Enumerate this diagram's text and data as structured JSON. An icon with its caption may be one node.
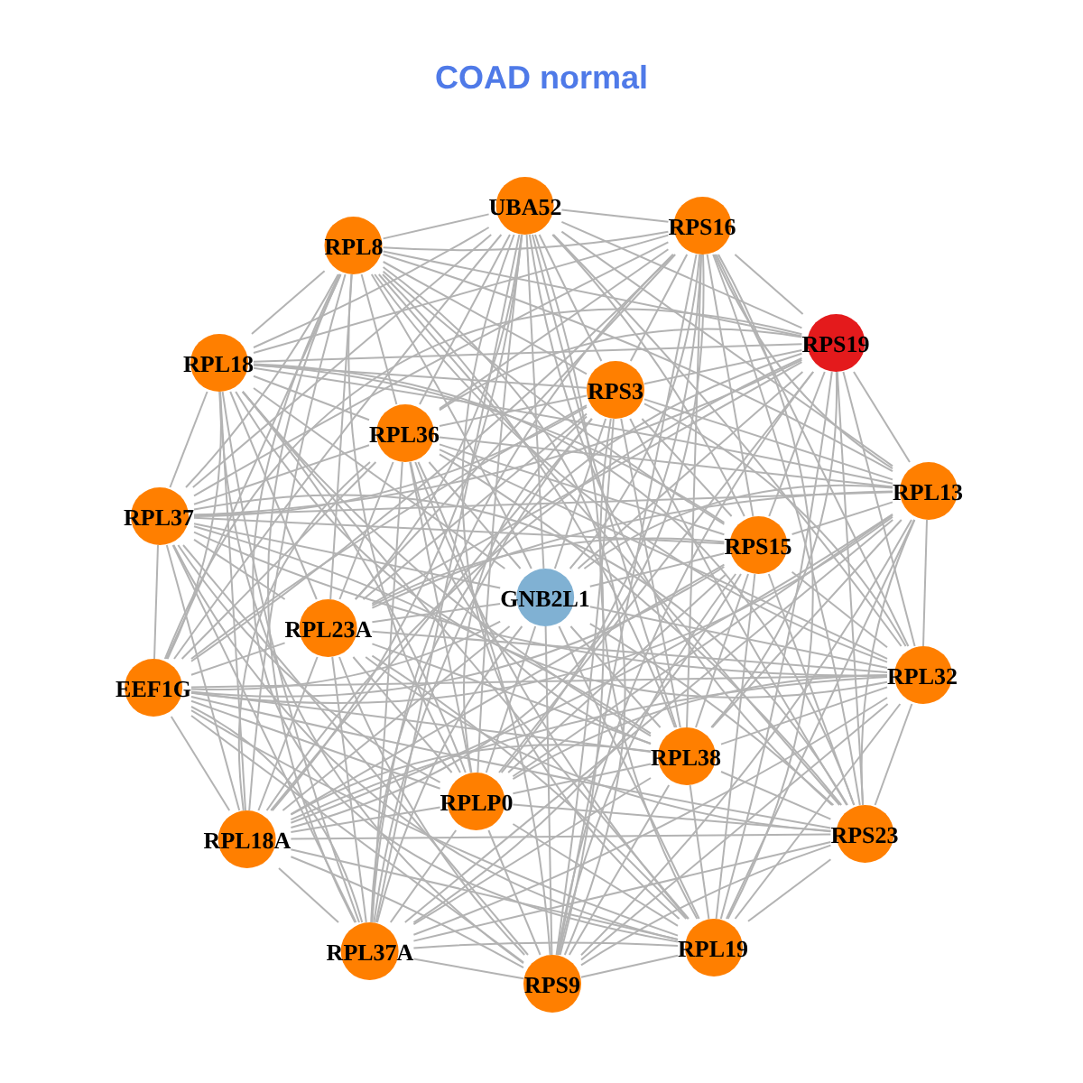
{
  "diagram": {
    "title": "COAD normal",
    "nodes": [
      {
        "text": [
          "UBA52"
        ]
      },
      {
        "text": [
          "RPS16"
        ]
      },
      {
        "text": [
          "RPL8"
        ]
      },
      {
        "text": [
          "RPS19"
        ]
      },
      {
        "text": [
          "RPL18"
        ]
      },
      {
        "text": [
          "RPS3"
        ]
      },
      {
        "text": [
          "RPL36"
        ]
      },
      {
        "text": [
          "RPL13"
        ]
      },
      {
        "text": [
          "RPL37"
        ]
      },
      {
        "text": [
          "RPS15"
        ]
      },
      {
        "text": [
          "GNB2L1"
        ]
      },
      {
        "text": [
          "RPL23A"
        ]
      },
      {
        "text": [
          "RPL32"
        ]
      },
      {
        "text": [
          "EEF1G"
        ]
      },
      {
        "text": [
          "RPL38"
        ]
      },
      {
        "text": [
          "RPLP0"
        ]
      },
      {
        "text": [
          "RPS23"
        ]
      },
      {
        "text": [
          "RPL18A"
        ]
      },
      {
        "text": [
          "RPL37A"
        ]
      },
      {
        "text": [
          "RPL19"
        ]
      },
      {
        "text": [
          "RPS9"
        ]
      }
    ],
    "edges": [
      {
        "from": 0,
        "to": 1,
        "arrow": "none"
      },
      {
        "from": 0,
        "to": 2,
        "arrow": "none"
      },
      {
        "from": 0,
        "to": 3,
        "arrow": "none"
      },
      {
        "from": 0,
        "to": 4,
        "arrow": "none"
      },
      {
        "from": 0,
        "to": 5,
        "arrow": "none"
      },
      {
        "from": 0,
        "to": 6,
        "arrow": "none"
      },
      {
        "from": 0,
        "to": 7,
        "arrow": "none"
      },
      {
        "from": 0,
        "to": 8,
        "arrow": "none"
      },
      {
        "from": 0,
        "to": 9,
        "arrow": "none"
      },
      {
        "from": 0,
        "to": 10,
        "arrow": "none"
      },
      {
        "from": 0,
        "to": 11,
        "arrow": "none"
      },
      {
        "from": 0,
        "to": 12,
        "arrow": "none"
      },
      {
        "from": 0,
        "to": 13,
        "arrow": "none"
      },
      {
        "from": 0,
        "to": 14,
        "arrow": "none"
      },
      {
        "from": 0,
        "to": 15,
        "arrow": "none"
      },
      {
        "from": 0,
        "to": 16,
        "arrow": "none"
      },
      {
        "from": 0,
        "to": 17,
        "arrow": "none"
      },
      {
        "from": 0,
        "to": 18,
        "arrow": "none"
      },
      {
        "from": 0,
        "to": 19,
        "arrow": "none"
      },
      {
        "from": 0,
        "to": 20,
        "arrow": "none"
      },
      {
        "from": 1,
        "to": 2,
        "arrow": "none"
      },
      {
        "from": 1,
        "to": 3,
        "arrow": "none"
      },
      {
        "from": 1,
        "to": 4,
        "arrow": "none"
      },
      {
        "from": 1,
        "to": 5,
        "arrow": "none"
      },
      {
        "from": 1,
        "to": 6,
        "arrow": "none"
      },
      {
        "from": 1,
        "to": 7,
        "arrow": "none"
      },
      {
        "from": 1,
        "to": 8,
        "arrow": "none"
      },
      {
        "from": 1,
        "to": 9,
        "arrow": "none"
      },
      {
        "from": 1,
        "to": 10,
        "arrow": "none"
      },
      {
        "from": 1,
        "to": 11,
        "arrow": "none"
      },
      {
        "from": 1,
        "to": 12,
        "arrow": "none"
      },
      {
        "from": 1,
        "to": 13,
        "arrow": "none"
      },
      {
        "from": 1,
        "to": 14,
        "arrow": "none"
      },
      {
        "from": 1,
        "to": 15,
        "arrow": "none"
      },
      {
        "from": 1,
        "to": 16,
        "arrow": "none"
      },
      {
        "from": 1,
        "to": 17,
        "arrow": "none"
      },
      {
        "from": 1,
        "to": 18,
        "arrow": "none"
      },
      {
        "from": 1,
        "to": 19,
        "arrow": "none"
      },
      {
        "from": 1,
        "to": 20,
        "arrow": "none"
      },
      {
        "from": 2,
        "to": 3,
        "arrow": "none"
      },
      {
        "from": 2,
        "to": 4,
        "arrow": "none"
      },
      {
        "from": 2,
        "to": 5,
        "arrow": "none"
      },
      {
        "from": 2,
        "to": 6,
        "arrow": "none"
      },
      {
        "from": 2,
        "to": 7,
        "arrow": "none"
      },
      {
        "from": 2,
        "to": 8,
        "arrow": "none"
      },
      {
        "from": 2,
        "to": 9,
        "arrow": "none"
      },
      {
        "from": 2,
        "to": 10,
        "arrow": "none"
      },
      {
        "from": 2,
        "to": 11,
        "arrow": "none"
      },
      {
        "from": 2,
        "to": 12,
        "arrow": "none"
      },
      {
        "from": 2,
        "to": 13,
        "arrow": "none"
      },
      {
        "from": 2,
        "to": 14,
        "arrow": "none"
      },
      {
        "from": 2,
        "to": 15,
        "arrow": "none"
      },
      {
        "from": 2,
        "to": 16,
        "arrow": "none"
      },
      {
        "from": 2,
        "to": 17,
        "arrow": "none"
      },
      {
        "from": 2,
        "to": 18,
        "arrow": "none"
      },
      {
        "from": 2,
        "to": 19,
        "arrow": "none"
      },
      {
        "from": 2,
        "to": 20,
        "arrow": "none"
      },
      {
        "from": 3,
        "to": 4,
        "arrow": "none"
      },
      {
        "from": 3,
        "to": 5,
        "arrow": "none"
      },
      {
        "from": 3,
        "to": 6,
        "arrow": "none"
      },
      {
        "from": 3,
        "to": 7,
        "arrow": "none"
      },
      {
        "from": 3,
        "to": 8,
        "arrow": "none"
      },
      {
        "from": 3,
        "to": 9,
        "arrow": "none"
      },
      {
        "from": 3,
        "to": 10,
        "arrow": "none"
      },
      {
        "from": 3,
        "to": 11,
        "arrow": "none"
      },
      {
        "from": 3,
        "to": 12,
        "arrow": "none"
      },
      {
        "from": 3,
        "to": 13,
        "arrow": "none"
      },
      {
        "from": 3,
        "to": 14,
        "arrow": "none"
      },
      {
        "from": 3,
        "to": 15,
        "arrow": "none"
      },
      {
        "from": 3,
        "to": 16,
        "arrow": "none"
      },
      {
        "from": 3,
        "to": 17,
        "arrow": "none"
      },
      {
        "from": 3,
        "to": 18,
        "arrow": "none"
      },
      {
        "from": 3,
        "to": 19,
        "arrow": "none"
      },
      {
        "from": 3,
        "to": 20,
        "arrow": "none"
      },
      {
        "from": 4,
        "to": 5,
        "arrow": "none"
      },
      {
        "from": 4,
        "to": 6,
        "arrow": "none"
      },
      {
        "from": 4,
        "to": 7,
        "arrow": "none"
      },
      {
        "from": 4,
        "to": 8,
        "arrow": "none"
      },
      {
        "from": 4,
        "to": 9,
        "arrow": "none"
      },
      {
        "from": 4,
        "to": 10,
        "arrow": "none"
      },
      {
        "from": 4,
        "to": 11,
        "arrow": "none"
      },
      {
        "from": 4,
        "to": 12,
        "arrow": "none"
      },
      {
        "from": 4,
        "to": 13,
        "arrow": "none"
      },
      {
        "from": 4,
        "to": 14,
        "arrow": "none"
      },
      {
        "from": 4,
        "to": 15,
        "arrow": "none"
      },
      {
        "from": 4,
        "to": 16,
        "arrow": "none"
      },
      {
        "from": 4,
        "to": 17,
        "arrow": "none"
      },
      {
        "from": 4,
        "to": 18,
        "arrow": "none"
      },
      {
        "from": 4,
        "to": 19,
        "arrow": "none"
      },
      {
        "from": 4,
        "to": 20,
        "arrow": "none"
      },
      {
        "from": 5,
        "to": 6,
        "arrow": "none"
      },
      {
        "from": 5,
        "to": 7,
        "arrow": "none"
      },
      {
        "from": 5,
        "to": 8,
        "arrow": "none"
      },
      {
        "from": 5,
        "to": 9,
        "arrow": "none"
      },
      {
        "from": 5,
        "to": 10,
        "arrow": "none"
      },
      {
        "from": 5,
        "to": 11,
        "arrow": "none"
      },
      {
        "from": 5,
        "to": 12,
        "arrow": "none"
      },
      {
        "from": 5,
        "to": 13,
        "arrow": "none"
      },
      {
        "from": 5,
        "to": 14,
        "arrow": "none"
      },
      {
        "from": 5,
        "to": 15,
        "arrow": "none"
      },
      {
        "from": 5,
        "to": 16,
        "arrow": "none"
      },
      {
        "from": 5,
        "to": 17,
        "arrow": "none"
      },
      {
        "from": 5,
        "to": 18,
        "arrow": "none"
      },
      {
        "from": 5,
        "to": 19,
        "arrow": "none"
      },
      {
        "from": 5,
        "to": 20,
        "arrow": "none"
      },
      {
        "from": 6,
        "to": 7,
        "arrow": "none"
      },
      {
        "from": 6,
        "to": 8,
        "arrow": "none"
      },
      {
        "from": 6,
        "to": 9,
        "arrow": "none"
      },
      {
        "from": 6,
        "to": 10,
        "arrow": "none"
      },
      {
        "from": 6,
        "to": 11,
        "arrow": "none"
      },
      {
        "from": 6,
        "to": 12,
        "arrow": "none"
      },
      {
        "from": 6,
        "to": 13,
        "arrow": "none"
      },
      {
        "from": 6,
        "to": 14,
        "arrow": "none"
      },
      {
        "from": 6,
        "to": 15,
        "arrow": "none"
      },
      {
        "from": 6,
        "to": 16,
        "arrow": "none"
      },
      {
        "from": 6,
        "to": 17,
        "arrow": "none"
      },
      {
        "from": 6,
        "to": 18,
        "arrow": "none"
      },
      {
        "from": 6,
        "to": 19,
        "arrow": "none"
      },
      {
        "from": 6,
        "to": 20,
        "arrow": "none"
      },
      {
        "from": 7,
        "to": 8,
        "arrow": "none"
      },
      {
        "from": 7,
        "to": 9,
        "arrow": "none"
      },
      {
        "from": 7,
        "to": 10,
        "arrow": "none"
      },
      {
        "from": 7,
        "to": 11,
        "arrow": "none"
      },
      {
        "from": 7,
        "to": 12,
        "arrow": "none"
      },
      {
        "from": 7,
        "to": 13,
        "arrow": "none"
      },
      {
        "from": 7,
        "to": 14,
        "arrow": "none"
      },
      {
        "from": 7,
        "to": 15,
        "arrow": "none"
      },
      {
        "from": 7,
        "to": 16,
        "arrow": "none"
      },
      {
        "from": 7,
        "to": 17,
        "arrow": "none"
      },
      {
        "from": 7,
        "to": 18,
        "arrow": "none"
      },
      {
        "from": 7,
        "to": 19,
        "arrow": "none"
      },
      {
        "from": 7,
        "to": 20,
        "arrow": "none"
      },
      {
        "from": 8,
        "to": 9,
        "arrow": "none"
      },
      {
        "from": 8,
        "to": 10,
        "arrow": "none"
      },
      {
        "from": 8,
        "to": 11,
        "arrow": "none"
      },
      {
        "from": 8,
        "to": 12,
        "arrow": "none"
      },
      {
        "from": 8,
        "to": 13,
        "arrow": "none"
      },
      {
        "from": 8,
        "to": 14,
        "arrow": "none"
      },
      {
        "from": 8,
        "to": 15,
        "arrow": "none"
      },
      {
        "from": 8,
        "to": 16,
        "arrow": "none"
      },
      {
        "from": 8,
        "to": 17,
        "arrow": "none"
      },
      {
        "from": 8,
        "to": 18,
        "arrow": "none"
      },
      {
        "from": 8,
        "to": 19,
        "arrow": "none"
      },
      {
        "from": 8,
        "to": 20,
        "arrow": "none"
      },
      {
        "from": 9,
        "to": 10,
        "arrow": "none"
      },
      {
        "from": 9,
        "to": 11,
        "arrow": "none"
      },
      {
        "from": 9,
        "to": 12,
        "arrow": "none"
      },
      {
        "from": 9,
        "to": 13,
        "arrow": "none"
      },
      {
        "from": 9,
        "to": 14,
        "arrow": "none"
      },
      {
        "from": 9,
        "to": 15,
        "arrow": "none"
      },
      {
        "from": 9,
        "to": 16,
        "arrow": "none"
      },
      {
        "from": 9,
        "to": 17,
        "arrow": "none"
      },
      {
        "from": 9,
        "to": 18,
        "arrow": "none"
      },
      {
        "from": 9,
        "to": 19,
        "arrow": "none"
      },
      {
        "from": 9,
        "to": 20,
        "arrow": "none"
      },
      {
        "from": 10,
        "to": 11,
        "arrow": "none"
      },
      {
        "from": 10,
        "to": 12,
        "arrow": "none"
      },
      {
        "from": 10,
        "to": 13,
        "arrow": "none"
      },
      {
        "from": 10,
        "to": 14,
        "arrow": "none"
      },
      {
        "from": 10,
        "to": 15,
        "arrow": "none"
      },
      {
        "from": 10,
        "to": 16,
        "arrow": "none"
      },
      {
        "from": 10,
        "to": 17,
        "arrow": "none"
      },
      {
        "from": 10,
        "to": 18,
        "arrow": "none"
      },
      {
        "from": 10,
        "to": 19,
        "arrow": "none"
      },
      {
        "from": 10,
        "to": 20,
        "arrow": "none"
      },
      {
        "from": 11,
        "to": 12,
        "arrow": "none"
      },
      {
        "from": 11,
        "to": 13,
        "arrow": "none"
      },
      {
        "from": 11,
        "to": 14,
        "arrow": "none"
      },
      {
        "from": 11,
        "to": 15,
        "arrow": "none"
      },
      {
        "from": 11,
        "to": 16,
        "arrow": "none"
      },
      {
        "from": 11,
        "to": 17,
        "arrow": "none"
      },
      {
        "from": 11,
        "to": 18,
        "arrow": "none"
      },
      {
        "from": 11,
        "to": 19,
        "arrow": "none"
      },
      {
        "from": 11,
        "to": 20,
        "arrow": "none"
      },
      {
        "from": 12,
        "to": 13,
        "arrow": "none"
      },
      {
        "from": 12,
        "to": 14,
        "arrow": "none"
      },
      {
        "from": 12,
        "to": 15,
        "arrow": "none"
      },
      {
        "from": 12,
        "to": 16,
        "arrow": "none"
      },
      {
        "from": 12,
        "to": 17,
        "arrow": "none"
      },
      {
        "from": 12,
        "to": 18,
        "arrow": "none"
      },
      {
        "from": 12,
        "to": 19,
        "arrow": "none"
      },
      {
        "from": 12,
        "to": 20,
        "arrow": "none"
      },
      {
        "from": 13,
        "to": 14,
        "arrow": "none"
      },
      {
        "from": 13,
        "to": 15,
        "arrow": "none"
      },
      {
        "from": 13,
        "to": 16,
        "arrow": "none"
      },
      {
        "from": 13,
        "to": 17,
        "arrow": "none"
      },
      {
        "from": 13,
        "to": 18,
        "arrow": "none"
      },
      {
        "from": 13,
        "to": 19,
        "arrow": "none"
      },
      {
        "from": 13,
        "to": 20,
        "arrow": "none"
      },
      {
        "from": 14,
        "to": 15,
        "arrow": "none"
      },
      {
        "from": 14,
        "to": 16,
        "arrow": "none"
      },
      {
        "from": 14,
        "to": 17,
        "arrow": "none"
      },
      {
        "from": 14,
        "to": 18,
        "arrow": "none"
      },
      {
        "from": 14,
        "to": 19,
        "arrow": "none"
      },
      {
        "from": 14,
        "to": 20,
        "arrow": "none"
      },
      {
        "from": 15,
        "to": 16,
        "arrow": "none"
      },
      {
        "from": 15,
        "to": 17,
        "arrow": "none"
      },
      {
        "from": 15,
        "to": 18,
        "arrow": "none"
      },
      {
        "from": 15,
        "to": 19,
        "arrow": "none"
      },
      {
        "from": 15,
        "to": 20,
        "arrow": "none"
      },
      {
        "from": 16,
        "to": 17,
        "arrow": "none"
      },
      {
        "from": 16,
        "to": 18,
        "arrow": "none"
      },
      {
        "from": 16,
        "to": 19,
        "arrow": "none"
      },
      {
        "from": 16,
        "to": 20,
        "arrow": "none"
      },
      {
        "from": 17,
        "to": 18,
        "arrow": "none"
      },
      {
        "from": 17,
        "to": 19,
        "arrow": "none"
      },
      {
        "from": 17,
        "to": 20,
        "arrow": "none"
      },
      {
        "from": 18,
        "to": 19,
        "arrow": "none"
      },
      {
        "from": 18,
        "to": 20,
        "arrow": "none"
      },
      {
        "from": 19,
        "to": 20,
        "arrow": "none"
      }
    ]
  }
}
